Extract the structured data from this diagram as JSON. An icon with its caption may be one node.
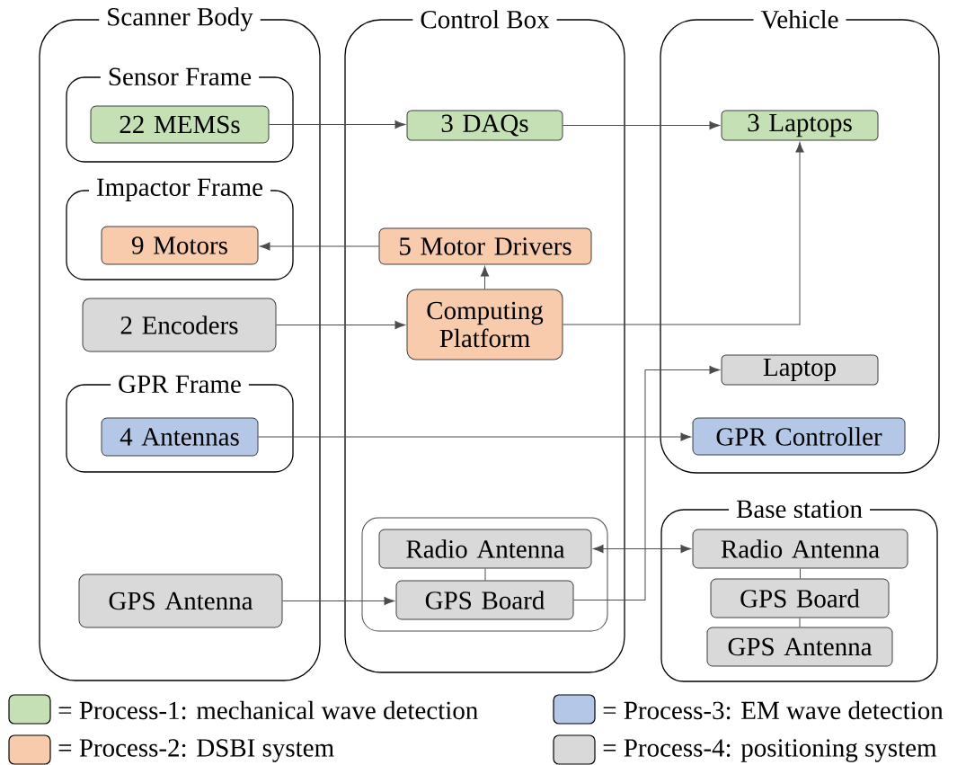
{
  "diagram": {
    "nodes": [
      {
        "text": [
          "Scanner Body"
        ]
      },
      {
        "text": [
          "Sensor Frame"
        ],
        "in": 0
      },
      {
        "text": [
          "22 MEMSs"
        ],
        "in": 1
      },
      {
        "text": [
          "Impactor Frame"
        ],
        "in": 0
      },
      {
        "text": [
          "9 Motors"
        ],
        "in": 3
      },
      {
        "text": [
          "2 Encoders"
        ],
        "in": 0
      },
      {
        "text": [
          "GPR Frame"
        ],
        "in": 0
      },
      {
        "text": [
          "4 Antennas"
        ],
        "in": 6
      },
      {
        "text": [
          "GPS Antenna"
        ],
        "in": 0
      },
      {
        "text": [
          "Control Box"
        ]
      },
      {
        "text": [
          "3 DAQs"
        ],
        "in": 9
      },
      {
        "text": [
          "5 Motor Drivers"
        ],
        "in": 9
      },
      {
        "text": [
          "Computing Platform"
        ],
        "in": 9
      },
      {
        "text": [],
        "shape": "box",
        "in": 9
      },
      {
        "text": [
          "Radio Antenna"
        ],
        "in": 13
      },
      {
        "text": [
          "GPS Board"
        ],
        "in": 13
      },
      {
        "text": [
          "Vehicle"
        ]
      },
      {
        "text": [
          "3 Laptops"
        ],
        "in": 16
      },
      {
        "text": [
          "Laptop"
        ],
        "in": 16
      },
      {
        "text": [
          "GPR Controller"
        ],
        "in": 16
      },
      {
        "text": [
          "Base station"
        ]
      },
      {
        "text": [
          "Radio Antenna"
        ],
        "in": 20
      },
      {
        "text": [
          "GPS Board"
        ],
        "in": 20
      },
      {
        "text": [
          "GPS Antenna"
        ],
        "in": 20
      }
    ],
    "edges": [
      {
        "from": 2,
        "to": 10,
        "arrow": "to"
      },
      {
        "from": 10,
        "to": 17,
        "arrow": "to"
      },
      {
        "from": 11,
        "to": 4,
        "arrow": "to"
      },
      {
        "from": 12,
        "to": 11,
        "arrow": "to"
      },
      {
        "from": 5,
        "to": 12,
        "arrow": "to"
      },
      {
        "from": 12,
        "to": 17,
        "arrow": "to"
      },
      {
        "from": 7,
        "to": 19,
        "arrow": "to"
      },
      {
        "from": 8,
        "to": 15,
        "arrow": "to"
      },
      {
        "from": 15,
        "to": 18,
        "arrow": "to"
      },
      {
        "from": 14,
        "to": 21,
        "arrow": "both"
      },
      {
        "from": 14,
        "to": 15,
        "arrow": "none"
      },
      {
        "from": 21,
        "to": 22,
        "arrow": "none"
      },
      {
        "from": 22,
        "to": 23,
        "arrow": "none"
      }
    ],
    "legend": [
      {
        "text": "= Process-1: mechanical wave detection",
        "color": "#c5e0b4"
      },
      {
        "text": "= Process-2: DSBI system",
        "color": "#f8cbad"
      },
      {
        "text": "= Process-3: EM wave detection",
        "color": "#b4c7e7"
      },
      {
        "text": "= Process-4: positioning system",
        "color": "#d9d9d9"
      }
    ]
  }
}
